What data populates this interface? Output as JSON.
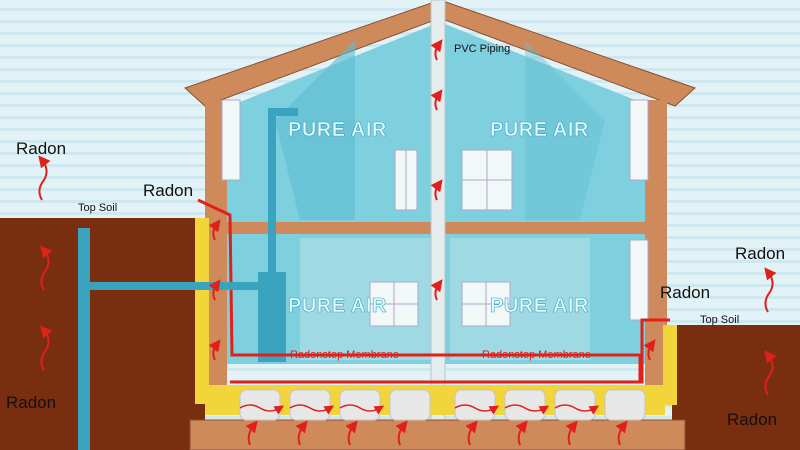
{
  "labels": {
    "pvc_piping": "PVC Piping",
    "pure_air": "PURE AIR",
    "radon": "Radon",
    "top_soil": "Top Soil",
    "membrane": "Radonstop Membrane"
  },
  "colors": {
    "sky": "#d9eef4",
    "soil": "#7a2e10",
    "roof_wall": "#cf8a5c",
    "interior": "#7fd0df",
    "radon_arrow": "#e0201a",
    "membrane": "#e0201a",
    "pipe": "#3aa3bd",
    "insulation": "#f2d53b"
  }
}
